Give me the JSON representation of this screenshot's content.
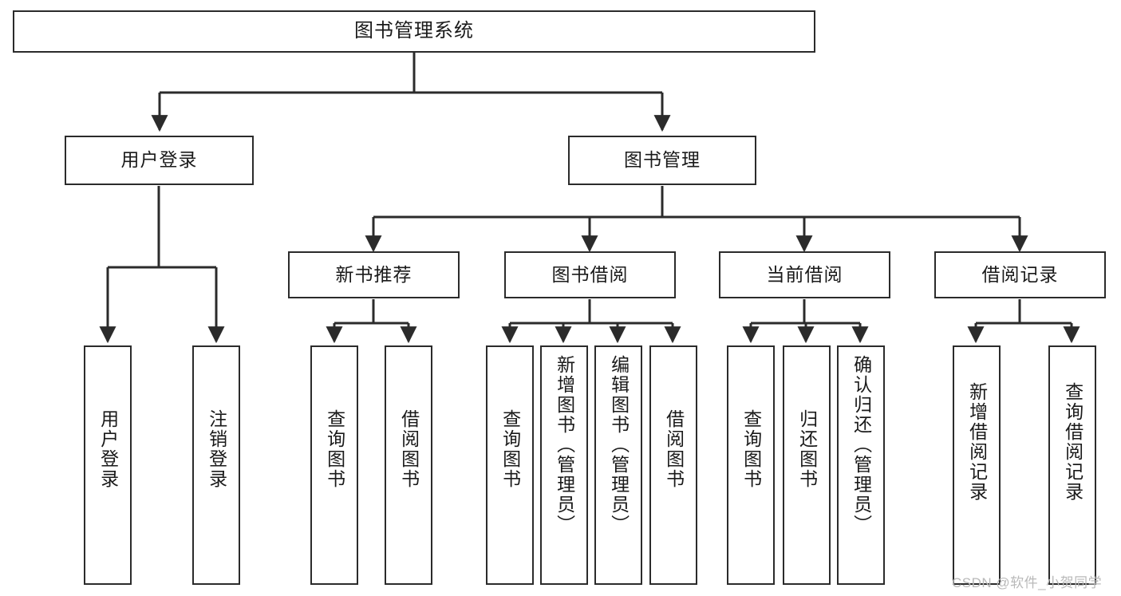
{
  "diagram": {
    "title": "图书管理系统",
    "type": "functional-hierarchy-tree",
    "orientation": "top-down",
    "root": {
      "id": "root",
      "label": "图书管理系统",
      "level": 0
    },
    "level2": [
      {
        "id": "user-login",
        "label": "用户登录",
        "level": 1
      },
      {
        "id": "book-management",
        "label": "图书管理",
        "level": 1
      }
    ],
    "level3": [
      {
        "id": "new-book-recommend",
        "label": "新书推荐",
        "level": 2,
        "parent": "book-management"
      },
      {
        "id": "book-borrow",
        "label": "图书借阅",
        "level": 2,
        "parent": "book-management"
      },
      {
        "id": "current-borrow",
        "label": "当前借阅",
        "level": 2,
        "parent": "book-management"
      },
      {
        "id": "borrow-record",
        "label": "借阅记录",
        "level": 2,
        "parent": "book-management"
      }
    ],
    "leaves": [
      {
        "id": "leaf-user-login",
        "label": "用户登录",
        "parent": "user-login"
      },
      {
        "id": "leaf-logout",
        "label": "注销登录",
        "parent": "user-login"
      },
      {
        "id": "leaf-query-book-1",
        "label": "查询图书",
        "parent": "new-book-recommend"
      },
      {
        "id": "leaf-borrow-book-1",
        "label": "借阅图书",
        "parent": "new-book-recommend"
      },
      {
        "id": "leaf-query-book-2",
        "label": "查询图书",
        "parent": "book-borrow"
      },
      {
        "id": "leaf-add-book",
        "label": "新增图书（管理员）",
        "parent": "book-borrow"
      },
      {
        "id": "leaf-edit-book",
        "label": "编辑图书（管理员）",
        "parent": "book-borrow"
      },
      {
        "id": "leaf-borrow-book-2",
        "label": "借阅图书",
        "parent": "book-borrow"
      },
      {
        "id": "leaf-query-book-3",
        "label": "查询图书",
        "parent": "current-borrow"
      },
      {
        "id": "leaf-return-book",
        "label": "归还图书",
        "parent": "current-borrow"
      },
      {
        "id": "leaf-confirm-return",
        "label": "确认归还（管理员）",
        "parent": "current-borrow"
      },
      {
        "id": "leaf-add-record",
        "label": "新增借阅记录",
        "parent": "borrow-record"
      },
      {
        "id": "leaf-query-record",
        "label": "查询借阅记录",
        "parent": "borrow-record"
      }
    ],
    "colors": {
      "stroke": "#2b2b2b",
      "fill": "#ffffff",
      "text": "#1a1a1a",
      "watermark": "#b9b9b9"
    }
  },
  "watermark": {
    "text": "CSDN @软件_小贺同学"
  }
}
